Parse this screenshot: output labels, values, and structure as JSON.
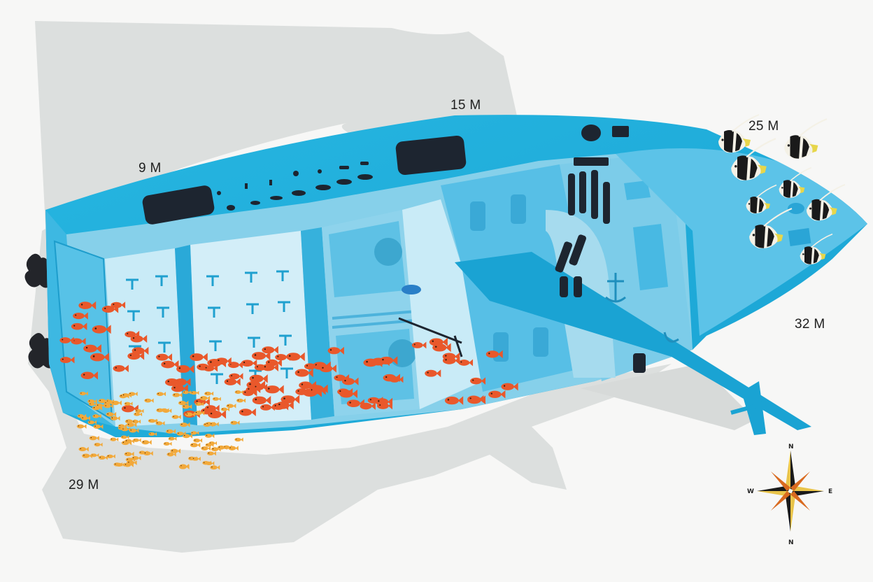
{
  "depth_labels": {
    "bow_top": "9 M",
    "deck_mid": "15 M",
    "stern_top": "25 M",
    "stern_bottom": "32 M",
    "bow_bottom": "29 M"
  },
  "compass": {
    "north": "N",
    "south": "N",
    "east": "E",
    "west": "W"
  },
  "colors": {
    "sand": "#dcdfde",
    "hull_main": "#1fb1df",
    "hull_light": "#6fcbe8",
    "hull_pale": "#bfe6f4",
    "deck_dark": "#1d2530",
    "fish_orange": "#e9582b",
    "fish_gold": "#f2a93a",
    "bannerfish_black": "#1a1a1a",
    "bannerfish_yellow": "#e7d64a"
  },
  "icons": [
    "compass-rose-icon",
    "bannerfish-icon",
    "glassfish-icon",
    "soft-coral-icon",
    "anchor-icon"
  ]
}
